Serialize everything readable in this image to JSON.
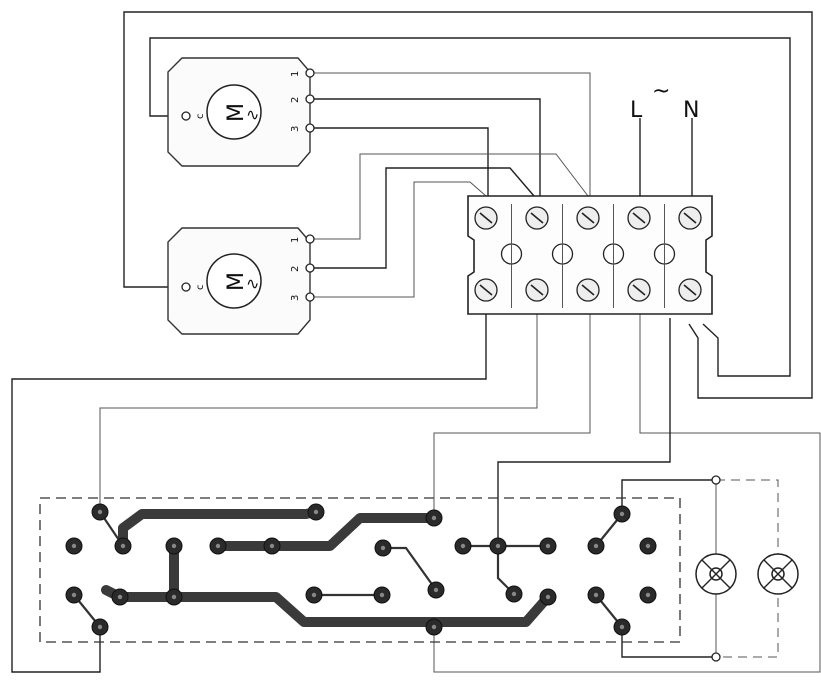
{
  "motors": [
    {
      "symbol": "M",
      "common_terminal": "c",
      "terminals": [
        "1",
        "2",
        "3"
      ]
    },
    {
      "symbol": "M",
      "common_terminal": "c",
      "terminals": [
        "1",
        "2",
        "3"
      ]
    }
  ],
  "power": {
    "line": "L",
    "neutral": "N",
    "ac_symbol": "~"
  },
  "terminal_block": {
    "positions": 5
  },
  "lamps": 2
}
